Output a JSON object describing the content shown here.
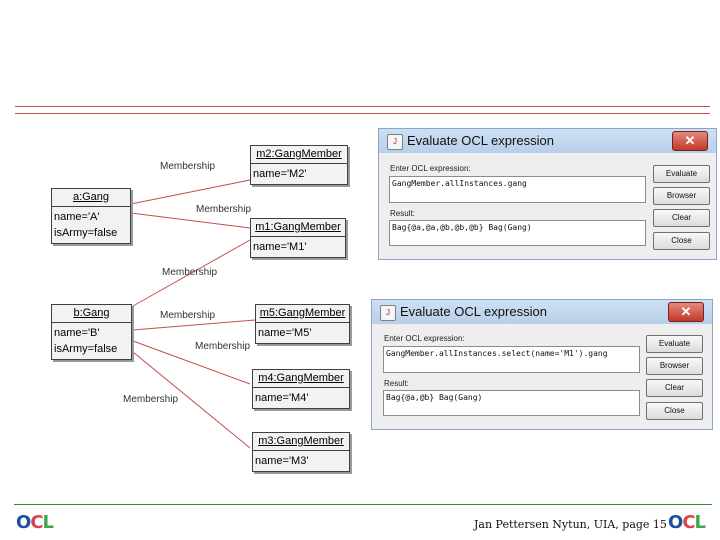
{
  "diagram": {
    "objects": {
      "m2": {
        "header": "m2:GangMember",
        "attrs": [
          "name='M2'"
        ]
      },
      "a": {
        "header": "a:Gang",
        "attrs": [
          "name='A'",
          "isArmy=false"
        ]
      },
      "m1": {
        "header": "m1:GangMember",
        "attrs": [
          "name='M1'"
        ]
      },
      "b": {
        "header": "b:Gang",
        "attrs": [
          "name='B'",
          "isArmy=false"
        ]
      },
      "m5": {
        "header": "m5:GangMember",
        "attrs": [
          "name='M5'"
        ]
      },
      "m4": {
        "header": "m4:GangMember",
        "attrs": [
          "name='M4'"
        ]
      },
      "m3": {
        "header": "m3:GangMember",
        "attrs": [
          "name='M3'"
        ]
      }
    },
    "link_label": "Membership"
  },
  "windows": [
    {
      "title": "Evaluate OCL expression",
      "enter_label": "Enter OCL expression:",
      "expression": "GangMember.allInstances.gang",
      "result_label": "Result:",
      "result": "Bag{@a,@a,@b,@b,@b}   Bag(Gang)",
      "buttons": {
        "evaluate": "Evaluate",
        "browser": "Browser",
        "clear": "Clear",
        "close": "Close"
      },
      "close_glyph": "✕",
      "java_glyph": "J"
    },
    {
      "title": "Evaluate OCL expression",
      "enter_label": "Enter OCL expression:",
      "expression": "GangMember.allInstances.select(name='M1').gang",
      "result_label": "Result:",
      "result": "Bag{@a,@b}   Bag(Gang)",
      "buttons": {
        "evaluate": "Evaluate",
        "browser": "Browser",
        "clear": "Clear",
        "close": "Close"
      },
      "close_glyph": "✕",
      "java_glyph": "J"
    }
  ],
  "footer": {
    "page_info": "Jan Pettersen Nytun, UIA, page  15",
    "logo": {
      "o": "O",
      "c": "C",
      "l": "L"
    }
  },
  "colors": {
    "rule": "#c0504d",
    "footer_line": "#2e8b3a"
  }
}
